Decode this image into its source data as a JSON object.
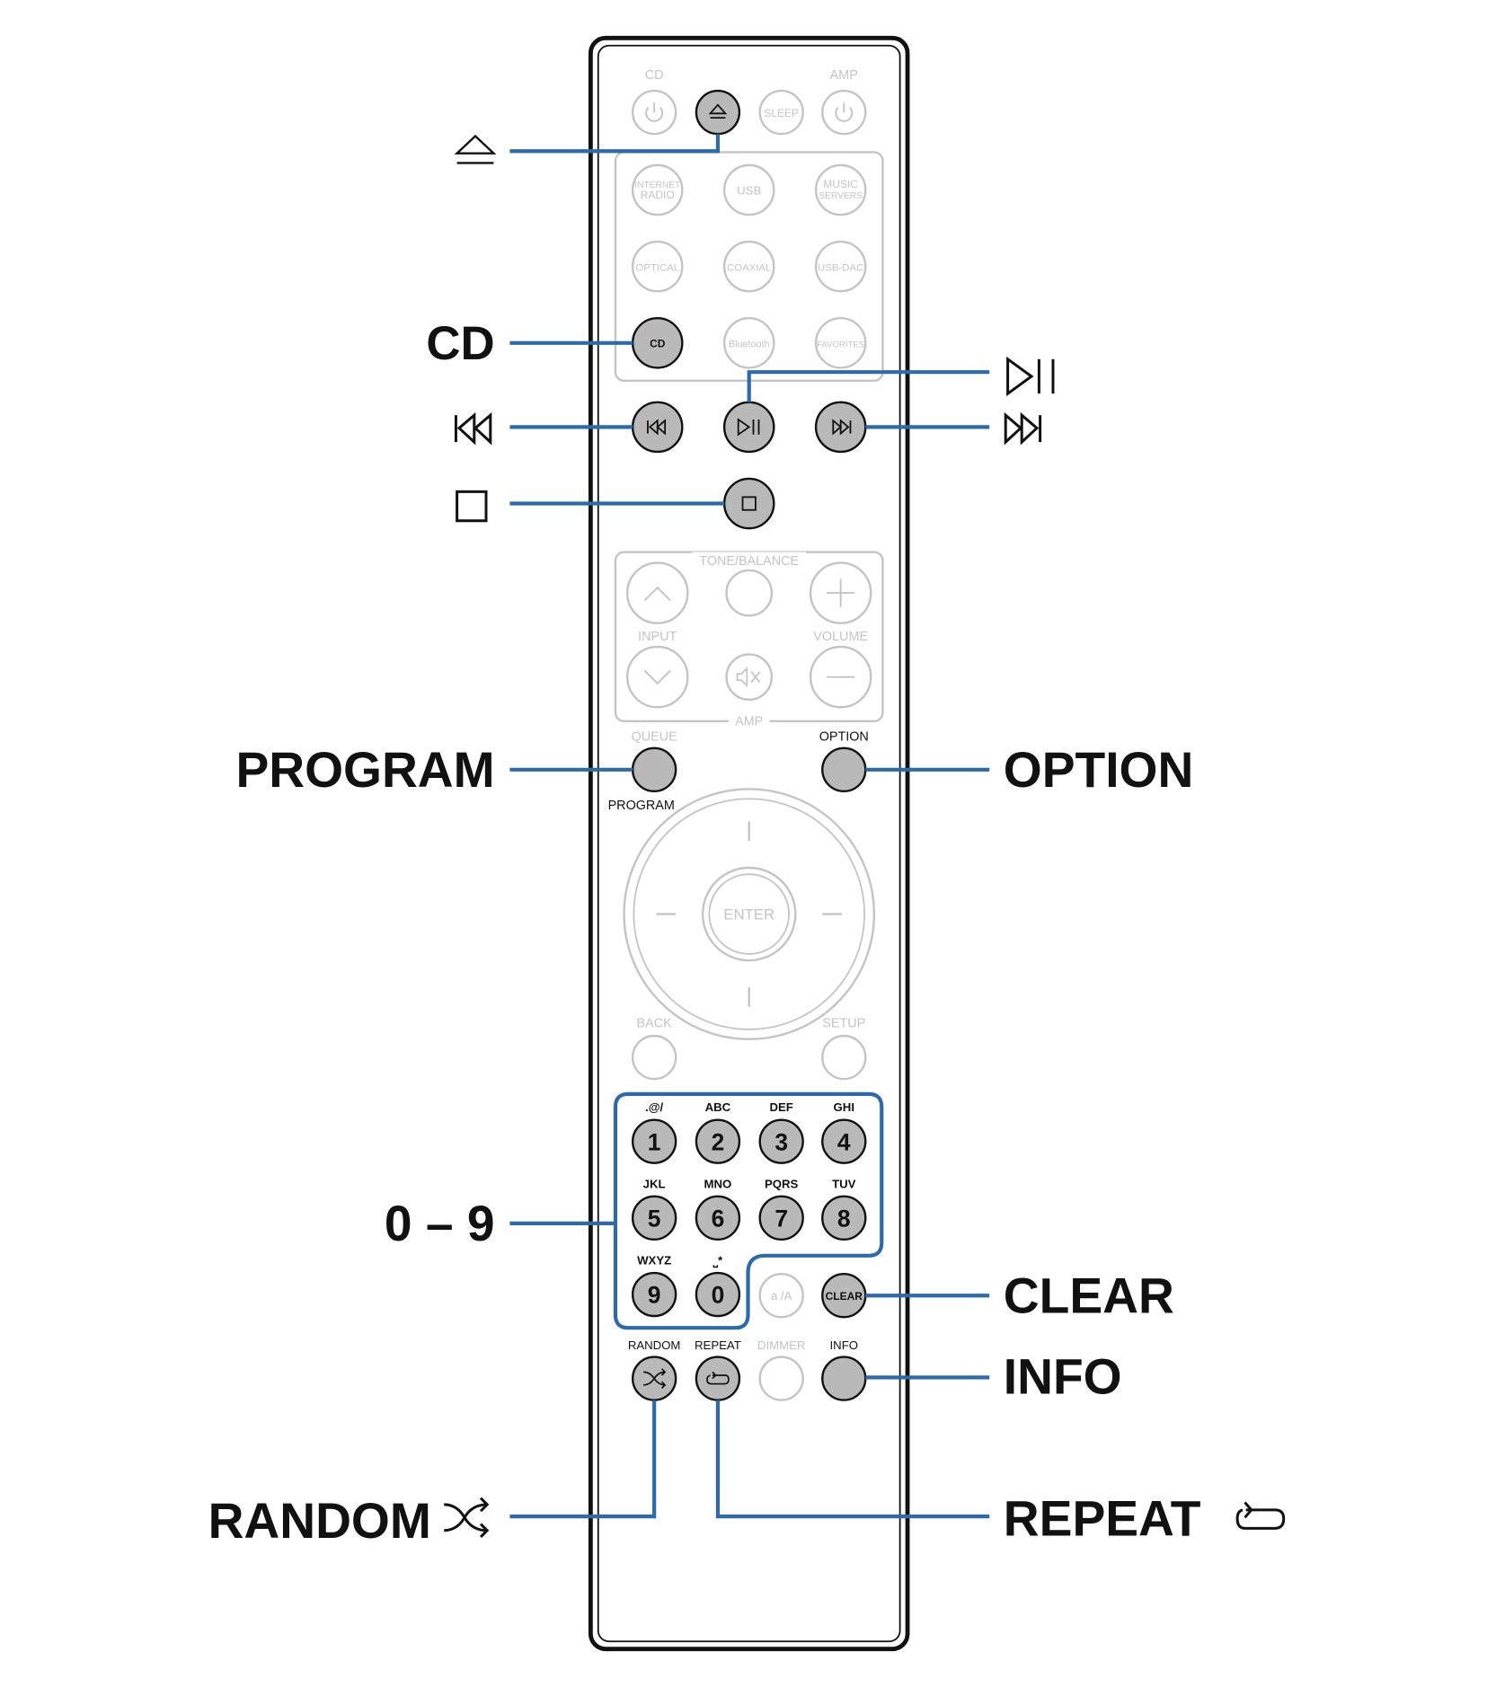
{
  "colors": {
    "leader_line": "#2d6aab",
    "highlight_button": "#b9b9b9",
    "faded": "#c4c4c4",
    "outline": "#111111",
    "text_dark": "#111111"
  },
  "remote": {
    "top_labels": {
      "cd": "CD",
      "amp": "AMP"
    },
    "top_buttons": {
      "cd_power_icon": "power-icon",
      "eject_icon": "eject-icon",
      "sleep": "SLEEP",
      "amp_power_icon": "power-icon"
    },
    "source_buttons": {
      "internet_radio": [
        "INTERNET",
        "RADIO"
      ],
      "usb": "USB",
      "music_servers": [
        "MUSIC",
        "SERVERS"
      ],
      "optical": "OPTICAL",
      "coaxial": "COAXIAL",
      "usb_dac": "USB-DAC",
      "cd": "CD",
      "bluetooth": "Bluetooth",
      "favorites": "FAVORITES"
    },
    "transport_icons": [
      "skip-back-icon",
      "play-pause-icon",
      "skip-forward-icon",
      "stop-icon"
    ],
    "tone_panel": {
      "tone_balance": "TONE/BALANCE",
      "input": "INPUT",
      "volume": "VOLUME",
      "amp": "AMP"
    },
    "queue": "QUEUE",
    "option": "OPTION",
    "program": "PROGRAM",
    "enter": "ENTER",
    "back": "BACK",
    "setup": "SETUP",
    "numpad": [
      {
        "letters": ".@/",
        "digit": "1"
      },
      {
        "letters": "ABC",
        "digit": "2"
      },
      {
        "letters": "DEF",
        "digit": "3"
      },
      {
        "letters": "GHI",
        "digit": "4"
      },
      {
        "letters": "JKL",
        "digit": "5"
      },
      {
        "letters": "MNO",
        "digit": "6"
      },
      {
        "letters": "PQRS",
        "digit": "7"
      },
      {
        "letters": "TUV",
        "digit": "8"
      },
      {
        "letters": "WXYZ",
        "digit": "9"
      },
      {
        "letters": "⎵*",
        "digit": "0"
      }
    ],
    "aa": "a /A",
    "clear": "CLEAR",
    "bottom_row": {
      "random": "RANDOM",
      "repeat": "REPEAT",
      "dimmer": "DIMMER",
      "info": "INFO"
    }
  },
  "callouts": {
    "eject_icon": "eject-icon",
    "cd": "CD",
    "play_pause_icon": "play-pause-icon",
    "skip_back_icon": "skip-back-icon",
    "skip_forward_icon": "skip-forward-icon",
    "stop_icon": "stop-icon",
    "program": "PROGRAM",
    "option": "OPTION",
    "numbers": "0 – 9",
    "clear": "CLEAR",
    "info": "INFO",
    "random": "RANDOM",
    "random_icon": "shuffle-icon",
    "repeat": "REPEAT",
    "repeat_icon": "repeat-icon"
  }
}
